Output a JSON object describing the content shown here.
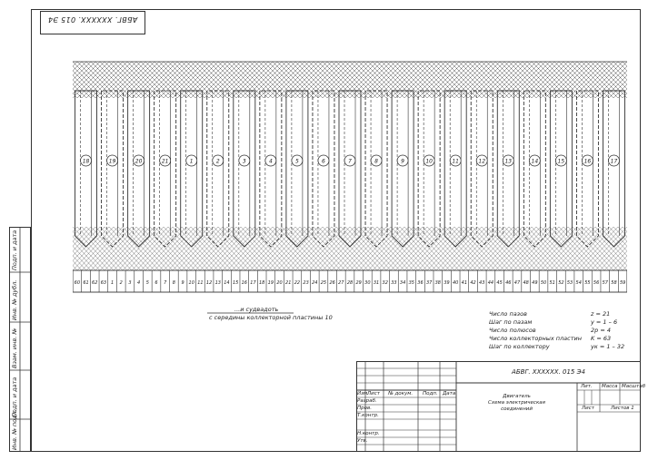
{
  "stamp": {
    "code_rotated": "АБВГ. XXXXXX. 015 Э4"
  },
  "left_strip": {
    "labels": [
      "Подп. и дата",
      "Инв. № дубл.",
      "Взам. инв. №",
      "Подп. и дата",
      "Инв. № подл."
    ]
  },
  "diagram": {
    "slot_numbers": [
      "18",
      "19",
      "20",
      "21",
      "1",
      "2",
      "3",
      "4",
      "5",
      "6",
      "7",
      "8",
      "9",
      "10",
      "11",
      "12",
      "13",
      "14",
      "15",
      "16",
      "17"
    ],
    "commutator_numbers": [
      "60",
      "61",
      "62",
      "63",
      "1",
      "2",
      "3",
      "4",
      "5",
      "6",
      "7",
      "8",
      "9",
      "10",
      "11",
      "12",
      "13",
      "14",
      "15",
      "16",
      "17",
      "18",
      "19",
      "20",
      "21",
      "22",
      "23",
      "24",
      "25",
      "26",
      "27",
      "28",
      "29",
      "30",
      "31",
      "32",
      "33",
      "34",
      "35",
      "36",
      "37",
      "38",
      "39",
      "40",
      "41",
      "42",
      "43",
      "44",
      "45",
      "46",
      "47",
      "48",
      "49",
      "50",
      "51",
      "52",
      "53",
      "54",
      "55",
      "56",
      "57",
      "58",
      "59"
    ]
  },
  "caption": {
    "line1": "...и  судвадоть",
    "line2": "с середины коллекторной пластины 10"
  },
  "legend": [
    {
      "label": "Число пазов",
      "value": "z = 21"
    },
    {
      "label": "Шаг по пазам",
      "value": "y = 1 – 6"
    },
    {
      "label": "Число полюсов",
      "value": "2p = 4"
    },
    {
      "label": "Число коллекторных пластин",
      "value": "K = 63"
    },
    {
      "label": "Шаг по коллектору",
      "value": "yк = 1 – 32"
    }
  ],
  "title_block": {
    "doc_code": "АБВГ. XXXXXX. 015 Э4",
    "title_line1": "Двигатель",
    "title_line2": "Схема электрическая",
    "title_line3": "соединений",
    "col_headers": [
      "Изм.",
      "Лист",
      "№ докум.",
      "Подп.",
      "Дата"
    ],
    "row_labels": [
      "Разраб.",
      "Пров.",
      "Т.контр.",
      "",
      "Н.контр.",
      "Утв."
    ],
    "right_headers": [
      "Лит.",
      "Масса",
      "Масштаб"
    ],
    "sheet_label": "Лист",
    "sheets_label": "Листов  1"
  }
}
